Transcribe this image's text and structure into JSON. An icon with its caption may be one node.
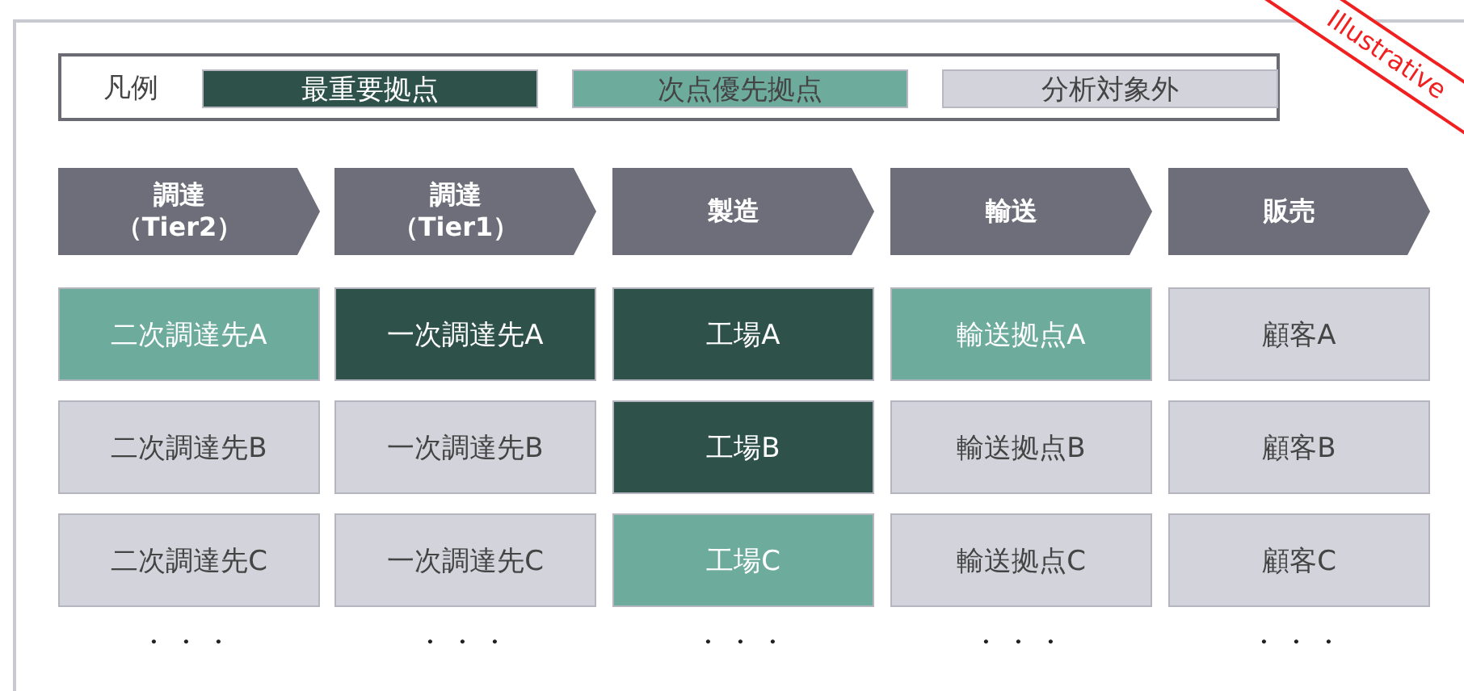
{
  "diagram": {
    "nodes": [
      {
        "text": [
          "調達（Tier2）"
        ]
      },
      {
        "text": [
          "調達（Tier1）"
        ]
      },
      {
        "text": [
          "製造"
        ]
      },
      {
        "text": [
          "輸送"
        ]
      },
      {
        "text": [
          "販売"
        ]
      },
      {
        "text": [
          "二次調達先A"
        ]
      },
      {
        "text": [
          "一次調達先A"
        ]
      },
      {
        "text": [
          "工場A"
        ]
      },
      {
        "text": [
          "輸送拠点A"
        ]
      },
      {
        "text": [
          "顧客A"
        ]
      },
      {
        "text": [
          "二次調達先B"
        ]
      },
      {
        "text": [
          "一次調達先B"
        ]
      },
      {
        "text": [
          "工場B"
        ]
      },
      {
        "text": [
          "輸送拠点B"
        ]
      },
      {
        "text": [
          "顧客B"
        ]
      },
      {
        "text": [
          "二次調達先C"
        ]
      },
      {
        "text": [
          "一次調達先C"
        ]
      },
      {
        "text": [
          "工場C"
        ]
      },
      {
        "text": [
          "輸送拠点C"
        ]
      },
      {
        "text": [
          "顧客C"
        ]
      }
    ],
    "labels": [
      "Illustrative",
      "凡例",
      "・・・",
      "・・・",
      "・・・",
      "・・・",
      "・・・"
    ],
    "legend": [
      {
        "text": "最重要拠点",
        "color": "#2e5249"
      },
      {
        "text": "次点優先拠点",
        "color": "#6dab9c"
      },
      {
        "text": "分析対象外",
        "color": "#d3d3dc"
      }
    ]
  }
}
